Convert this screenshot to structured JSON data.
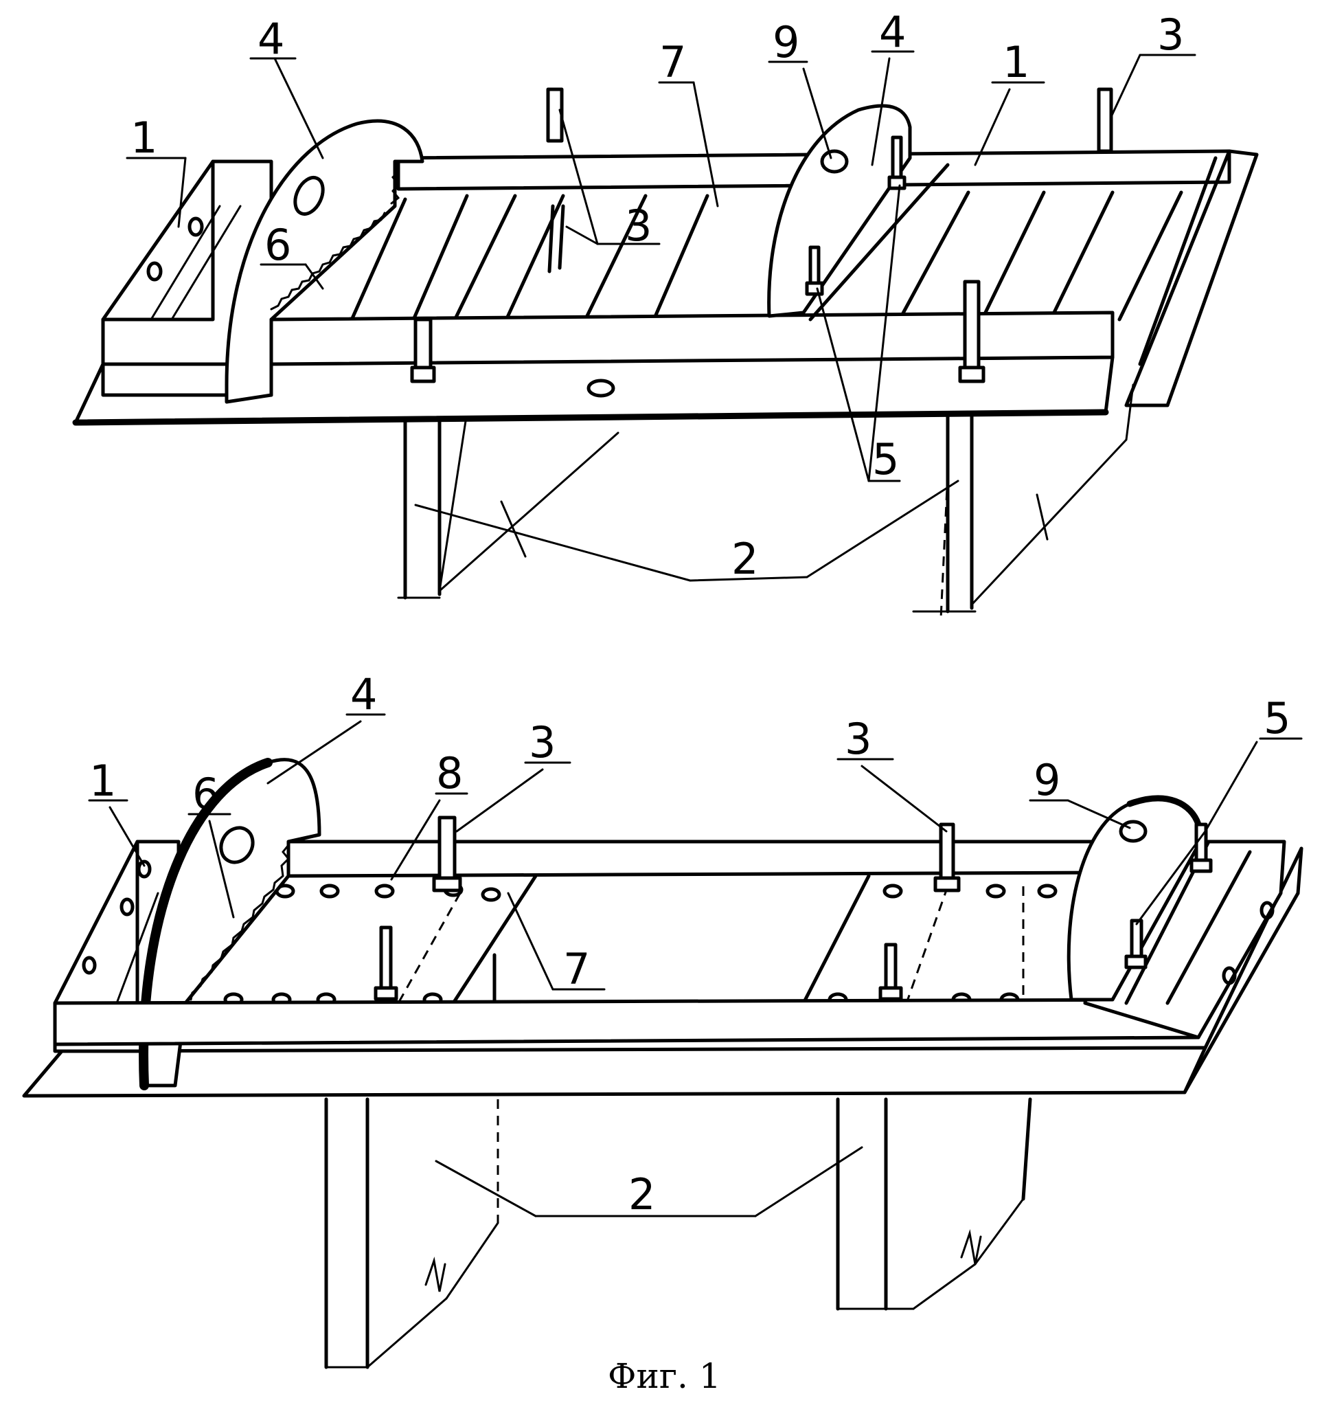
{
  "figure": {
    "caption": "Фиг. 1",
    "top_view": {
      "labels": {
        "frame": "1",
        "frame_right": "1",
        "legs": "2",
        "pins_top_right": "3",
        "pins_middle": "3",
        "disc_left": "4",
        "disc_right": "4",
        "nuts": "5",
        "teeth": "6",
        "slats": "7",
        "hole": "9"
      }
    },
    "bottom_view": {
      "labels": {
        "frame": "1",
        "legs": "2",
        "pin_left": "3",
        "pin_right": "3",
        "disc": "4",
        "nut": "5",
        "teeth": "6",
        "slats": "7",
        "holes": "8",
        "hole": "9"
      }
    }
  }
}
